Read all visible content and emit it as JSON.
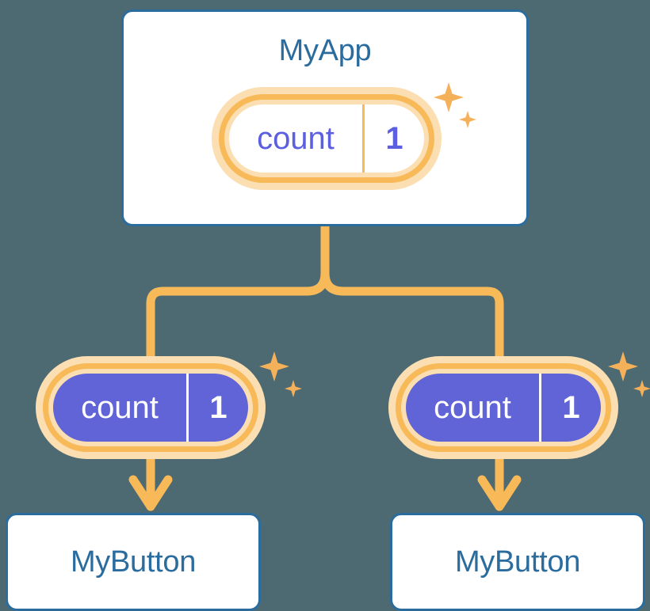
{
  "diagram": {
    "title": "React state propagation tree",
    "background_color": "#4d6a72",
    "accent_colors": {
      "card_border": "#2b6c9e",
      "card_title": "#2b6c9e",
      "pill_ring": "#f8b959",
      "pill_halo": "#fbdfb2",
      "pill_fill_filled": "#6064d6",
      "pill_fill_empty": "#ffffff",
      "state_text": "#5b5fe0",
      "connector": "#f8b959",
      "sparkle": "#f5b15a"
    }
  },
  "app_card": {
    "title": "MyApp",
    "state_pill": {
      "key": "count",
      "value": "1",
      "sparkle_icon": "sparkles-icon"
    }
  },
  "children": [
    {
      "state_pill": {
        "key": "count",
        "value": "1",
        "sparkle_icon": "sparkles-icon"
      },
      "arrow_icon": "arrow-down-icon",
      "card": {
        "title": "MyButton"
      }
    },
    {
      "state_pill": {
        "key": "count",
        "value": "1",
        "sparkle_icon": "sparkles-icon"
      },
      "arrow_icon": "arrow-down-icon",
      "card": {
        "title": "MyButton"
      }
    }
  ],
  "connectors": {
    "trunk_icon": "fork-connector-icon",
    "left_arrow_icon": "arrow-down-icon",
    "right_arrow_icon": "arrow-down-icon"
  }
}
